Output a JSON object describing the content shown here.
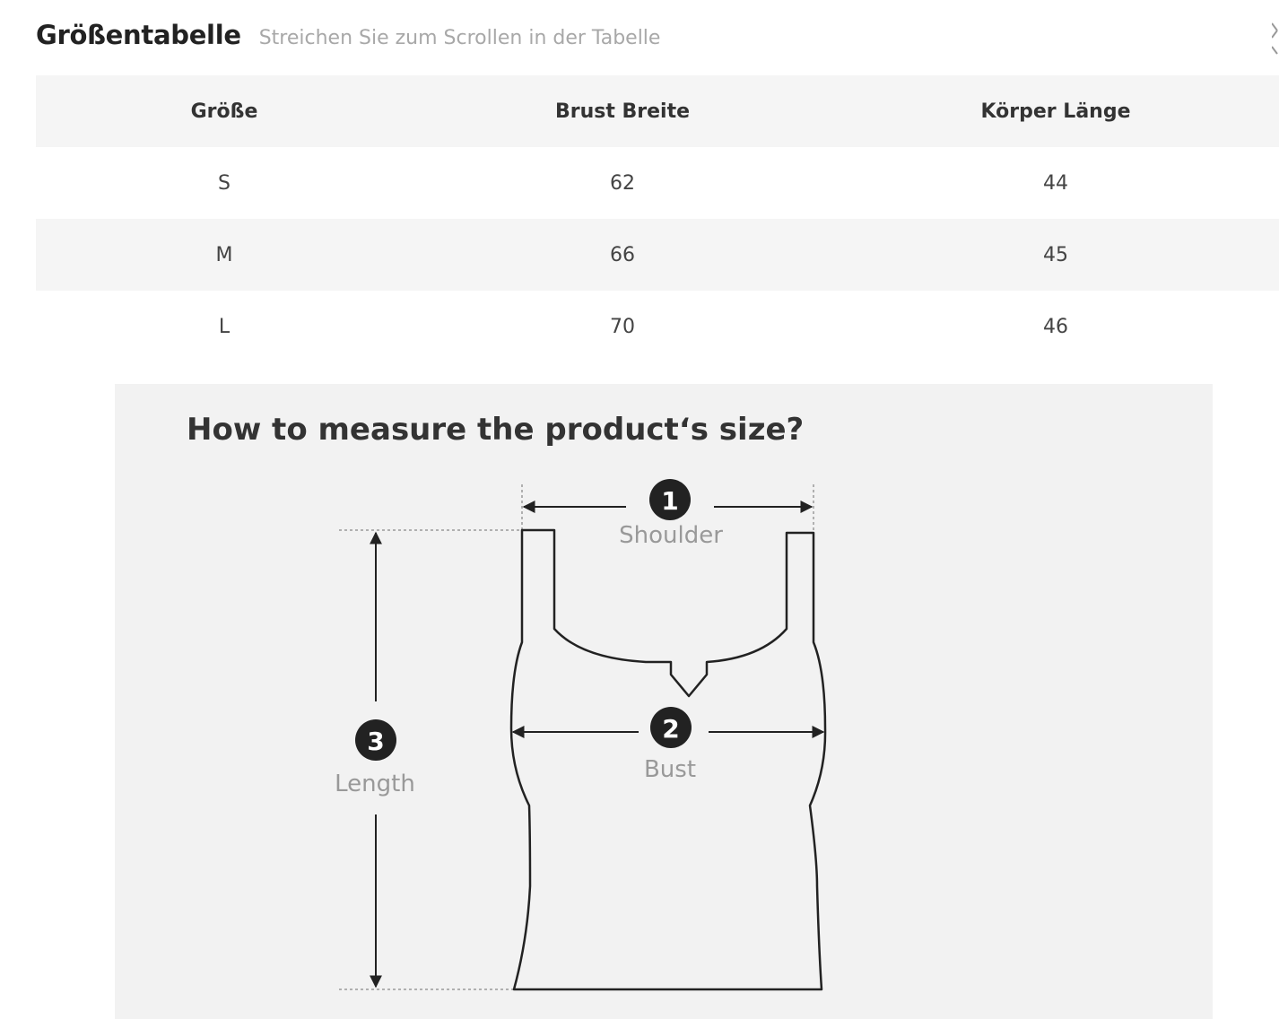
{
  "header": {
    "title": "Größentabelle",
    "subtitle": "Streichen Sie zum Scrollen in der Tabelle",
    "close_icon": "close-icon"
  },
  "table": {
    "columns": [
      "Größe",
      "Brust Breite",
      "Körper Länge"
    ],
    "rows": [
      [
        "S",
        "62",
        "44"
      ],
      [
        "M",
        "66",
        "45"
      ],
      [
        "L",
        "70",
        "46"
      ]
    ]
  },
  "guide": {
    "heading": "How to measure the product‘s size?",
    "shoulder_number": "1",
    "shoulder_label": "Shoulder",
    "bust_number": "2",
    "bust_label": "Bust",
    "length_number": "3",
    "length_label": "Length"
  },
  "colors": {
    "header_row_bg": "#f5f5f5",
    "panel_bg": "#f2f2f2",
    "label_gray": "#999999",
    "ink": "#222222"
  }
}
